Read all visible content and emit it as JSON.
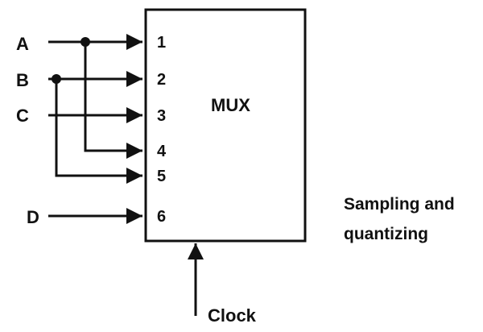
{
  "block": {
    "label": "MUX"
  },
  "inputs": [
    {
      "name": "A"
    },
    {
      "name": "B"
    },
    {
      "name": "C"
    },
    {
      "name": "D"
    }
  ],
  "ports": [
    "1",
    "2",
    "3",
    "4",
    "5",
    "6"
  ],
  "clock": {
    "label": "Clock"
  },
  "output": {
    "line1": "Sampling and",
    "line2": "quantizing"
  },
  "colors": {
    "stroke": "#111111",
    "background": "#ffffff"
  }
}
